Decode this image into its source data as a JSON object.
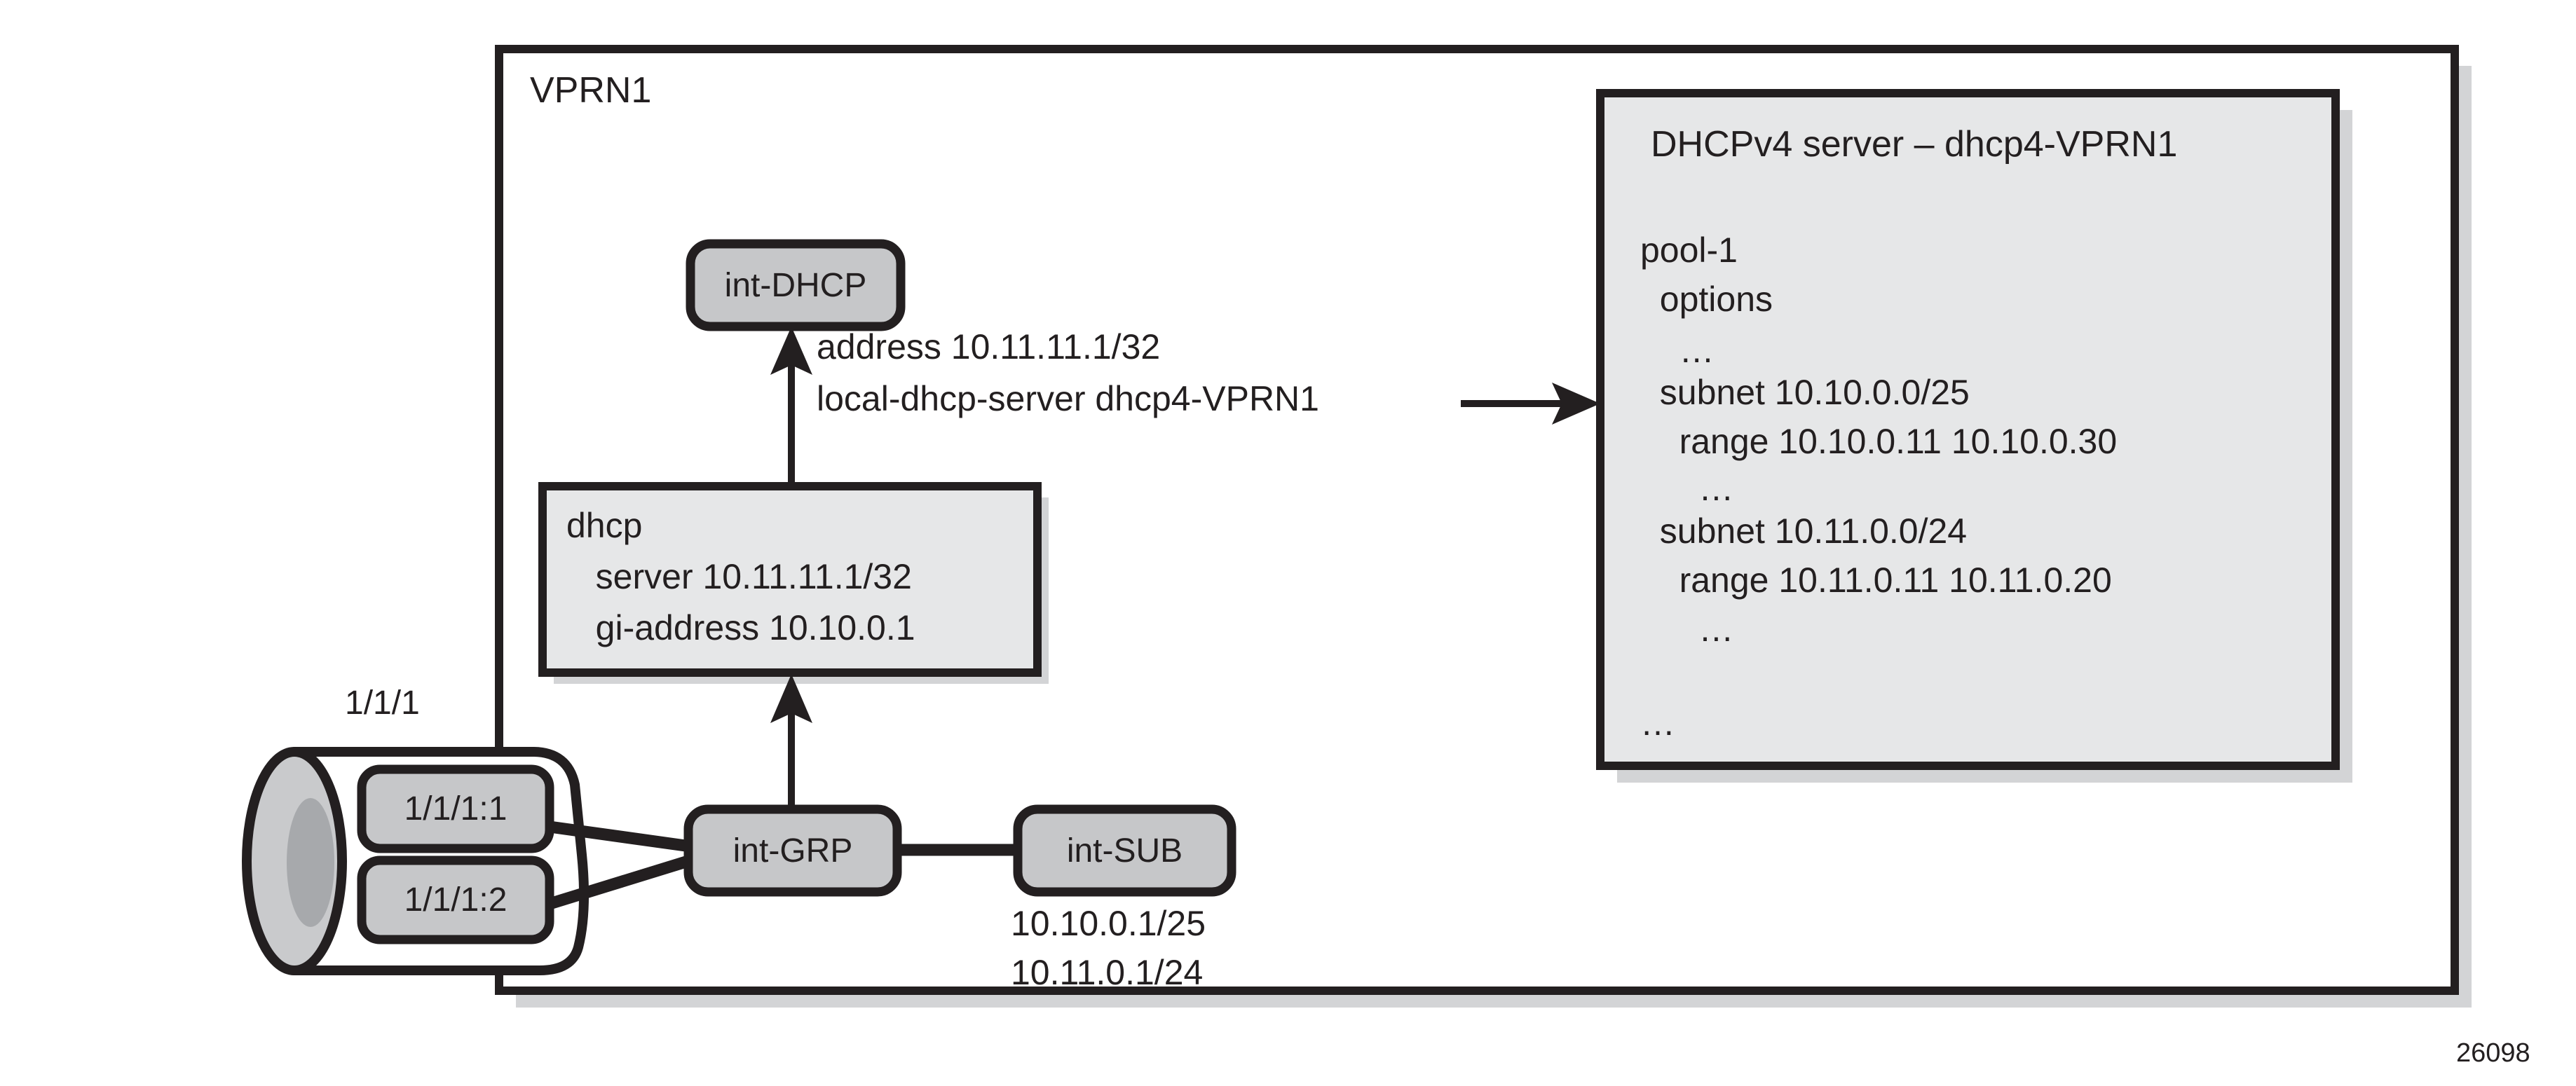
{
  "figure": {
    "id_label": "26098",
    "colors": {
      "line": "#231f20",
      "node_fill": "#c6c7c9",
      "panel_fill": "#e6e7e8",
      "shadow": "#d3d4d6",
      "cylinder_outer": "#c9cacc",
      "cylinder_inner": "#a7a9ac",
      "background": "#ffffff"
    }
  },
  "vprn": {
    "label": "VPRN1"
  },
  "port": {
    "label": "1/1/1",
    "saps": [
      {
        "label": "1/1/1:1"
      },
      {
        "label": "1/1/1:2"
      }
    ]
  },
  "interfaces": {
    "dhcp": {
      "label": "int-DHCP"
    },
    "grp": {
      "label": "int-GRP"
    },
    "sub": {
      "label": "int-SUB",
      "addresses": [
        "10.10.0.1/25",
        "10.11.0.1/24"
      ]
    }
  },
  "dhcp_interface_config": {
    "lines": [
      "address 10.11.11.1/32",
      "local-dhcp-server dhcp4-VPRN1"
    ]
  },
  "dhcp_relay_box": {
    "lines": [
      "dhcp",
      "   server 10.11.11.1/32",
      "   gi-address 10.10.0.1"
    ]
  },
  "dhcp_server_panel": {
    "title": "DHCPv4 server – dhcp4-VPRN1",
    "lines": [
      "pool-1",
      "  options",
      "",
      "    …",
      "  subnet 10.10.0.0/25",
      "    range 10.10.0.11 10.10.0.30",
      "      …",
      "  subnet 10.11.0.0/24",
      "    range 10.11.0.11 10.11.0.20",
      "      …",
      "",
      "…"
    ]
  }
}
